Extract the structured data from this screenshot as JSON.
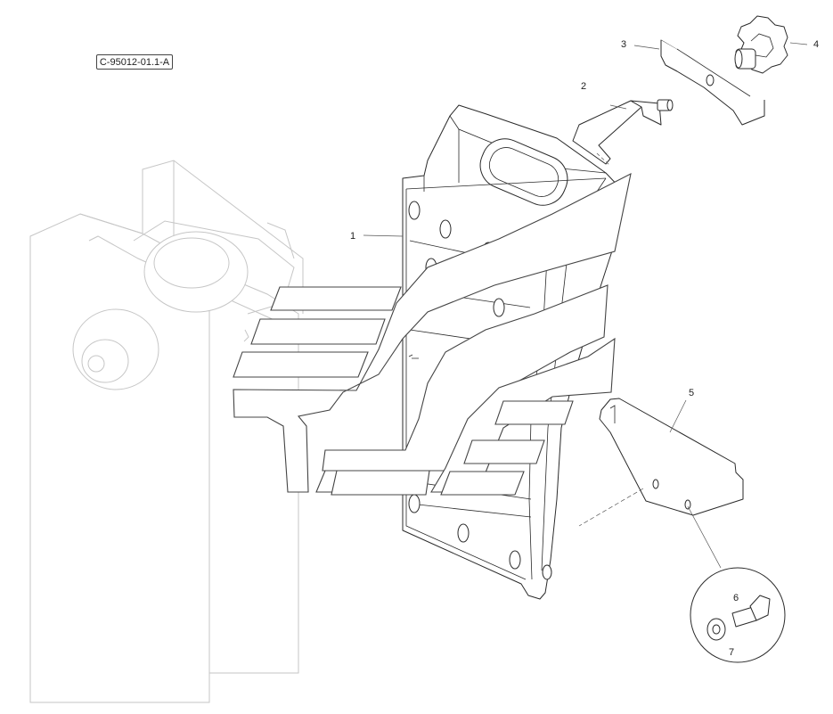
{
  "drawing_reference": "C-95012-01.1-A",
  "callouts": [
    {
      "number": "1"
    },
    {
      "number": "2"
    },
    {
      "number": "3"
    },
    {
      "number": "4"
    },
    {
      "number": "5"
    },
    {
      "number": "6"
    },
    {
      "number": "7"
    }
  ]
}
